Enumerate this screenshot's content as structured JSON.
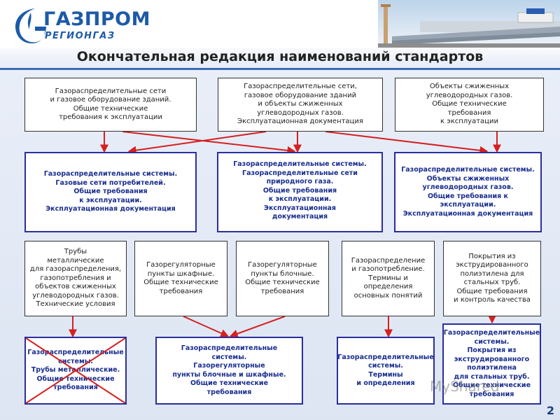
{
  "logo": {
    "line1": "ГАЗПРОМ",
    "line2": "РЕГИОНГАЗ"
  },
  "title": "Окончательная редакция наименований стандартов",
  "row1": [
    "Газораспределительные сети\nи газовое оборудование зданий.\nОбщие технические\nтребования к эксплуатации",
    "Газораспределительные сети,\nгазовое оборудование зданий\nи объекты сжиженных\nуглеводородных газов.\nЭксплуатационная документация",
    "Объекты сжиженных\nуглеводородных газов.\nОбщие технические\nтребования\nк эксплуатации"
  ],
  "row2": [
    "Газораспределительные системы.\nГазовые сети потребителей.\nОбщие требования\nк эксплуатации.\nЭксплуатационная документация",
    "Газораспределительные системы.\nГазораспределительные сети\nприродного газа.\nОбщие требования\nк эксплуатации.\nЭксплуатационная\nдокументация",
    "Газораспределительные системы.\nОбъекты сжиженных\nуглеводородных газов.\nОбщие требования к\nэксплуатации.\nЭксплуатационная документация"
  ],
  "row3": [
    "Трубы\nметаллические\nдля газораспределения,\nгазопотребления и\nобъектов сжиженных\nуглеводородных газов.\nТехнические условия",
    "Газорегуляторные\nпункты шкафные.\nОбщие технические\nтребования",
    "Газорегуляторные\nпункты блочные.\nОбщие технические\nтребования",
    "Газораспределение\nи газопотребление.\nТермины и\nопределения\nосновных понятий",
    "Покрытия из\nэкструдированного\nполиэтилена для\nстальных труб.\nОбщие требования\nи контроль качества"
  ],
  "row4": [
    "Газораспределительные\nсистемы.\nТрубы металлические.\nОбщие технические\nтребования",
    "Газораспределительные\nсистемы.\nГазорегуляторные\nпункты блочные и шкафные.\nОбщие технические\nтребования",
    "Газораспределительные\nсистемы.\nТермины\nи определения",
    "Газораспределительные\nсистемы.\nПокрытия из\nэкструдированного\nполиэтилена\nдля стальных труб.\nОбщие технические\nтребования"
  ],
  "watermark": "MyShared",
  "slide_number": "2",
  "colors": {
    "brand": "#1d5aa8",
    "arrow": "#d42020",
    "target_border": "#2a2f9c",
    "target_text": "#1a2e8f"
  }
}
